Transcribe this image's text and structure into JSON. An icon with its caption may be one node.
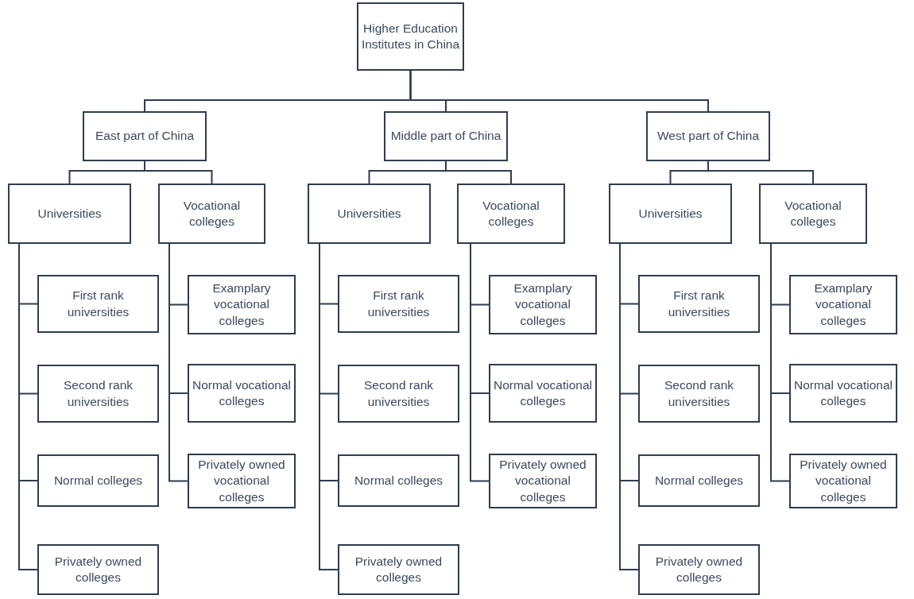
{
  "diagram": {
    "nodes": [
      {
        "text": [
          "Higher Education Institutes in China"
        ]
      },
      {
        "text": [
          "East part of China"
        ]
      },
      {
        "text": [
          "Middle part of China"
        ]
      },
      {
        "text": [
          "West part of China"
        ]
      },
      {
        "text": [
          "Universities"
        ]
      },
      {
        "text": [
          "Vocational colleges"
        ]
      },
      {
        "text": [
          "First rank universities"
        ]
      },
      {
        "text": [
          "Second rank universities"
        ]
      },
      {
        "text": [
          "Normal colleges"
        ]
      },
      {
        "text": [
          "Privately owned colleges"
        ]
      },
      {
        "text": [
          "Examplary vocational colleges"
        ]
      },
      {
        "text": [
          "Normal vocational colleges"
        ]
      },
      {
        "text": [
          "Privately owned vocational colleges"
        ]
      },
      {
        "text": [
          "Universities"
        ]
      },
      {
        "text": [
          "Vocational colleges"
        ]
      },
      {
        "text": [
          "First rank universities"
        ]
      },
      {
        "text": [
          "Second rank universities"
        ]
      },
      {
        "text": [
          "Normal colleges"
        ]
      },
      {
        "text": [
          "Privately owned colleges"
        ]
      },
      {
        "text": [
          "Examplary vocational colleges"
        ]
      },
      {
        "text": [
          "Normal vocational colleges"
        ]
      },
      {
        "text": [
          "Privately owned vocational colleges"
        ]
      },
      {
        "text": [
          "Universities"
        ]
      },
      {
        "text": [
          "Vocational colleges"
        ]
      },
      {
        "text": [
          "First rank universities"
        ]
      },
      {
        "text": [
          "Second rank universities"
        ]
      },
      {
        "text": [
          "Normal colleges"
        ]
      },
      {
        "text": [
          "Privately owned colleges"
        ]
      },
      {
        "text": [
          "Examplary vocational colleges"
        ]
      },
      {
        "text": [
          "Normal vocational colleges"
        ]
      },
      {
        "text": [
          "Privately owned vocational colleges"
        ]
      }
    ],
    "edges": [
      {
        "from": 0,
        "to": 1,
        "arrow": "none"
      },
      {
        "from": 0,
        "to": 2,
        "arrow": "none"
      },
      {
        "from": 0,
        "to": 3,
        "arrow": "none"
      },
      {
        "from": 1,
        "to": 4,
        "arrow": "none"
      },
      {
        "from": 1,
        "to": 5,
        "arrow": "none"
      },
      {
        "from": 4,
        "to": 6,
        "arrow": "none"
      },
      {
        "from": 4,
        "to": 7,
        "arrow": "none"
      },
      {
        "from": 4,
        "to": 8,
        "arrow": "none"
      },
      {
        "from": 4,
        "to": 9,
        "arrow": "none"
      },
      {
        "from": 5,
        "to": 10,
        "arrow": "none"
      },
      {
        "from": 5,
        "to": 11,
        "arrow": "none"
      },
      {
        "from": 5,
        "to": 12,
        "arrow": "none"
      },
      {
        "from": 2,
        "to": 13,
        "arrow": "none"
      },
      {
        "from": 2,
        "to": 14,
        "arrow": "none"
      },
      {
        "from": 13,
        "to": 15,
        "arrow": "none"
      },
      {
        "from": 13,
        "to": 16,
        "arrow": "none"
      },
      {
        "from": 13,
        "to": 17,
        "arrow": "none"
      },
      {
        "from": 13,
        "to": 18,
        "arrow": "none"
      },
      {
        "from": 14,
        "to": 19,
        "arrow": "none"
      },
      {
        "from": 14,
        "to": 20,
        "arrow": "none"
      },
      {
        "from": 14,
        "to": 21,
        "arrow": "none"
      },
      {
        "from": 3,
        "to": 22,
        "arrow": "none"
      },
      {
        "from": 3,
        "to": 23,
        "arrow": "none"
      },
      {
        "from": 22,
        "to": 24,
        "arrow": "none"
      },
      {
        "from": 22,
        "to": 25,
        "arrow": "none"
      },
      {
        "from": 22,
        "to": 26,
        "arrow": "none"
      },
      {
        "from": 22,
        "to": 27,
        "arrow": "none"
      },
      {
        "from": 23,
        "to": 28,
        "arrow": "none"
      },
      {
        "from": 23,
        "to": 29,
        "arrow": "none"
      },
      {
        "from": 23,
        "to": 30,
        "arrow": "none"
      }
    ]
  }
}
